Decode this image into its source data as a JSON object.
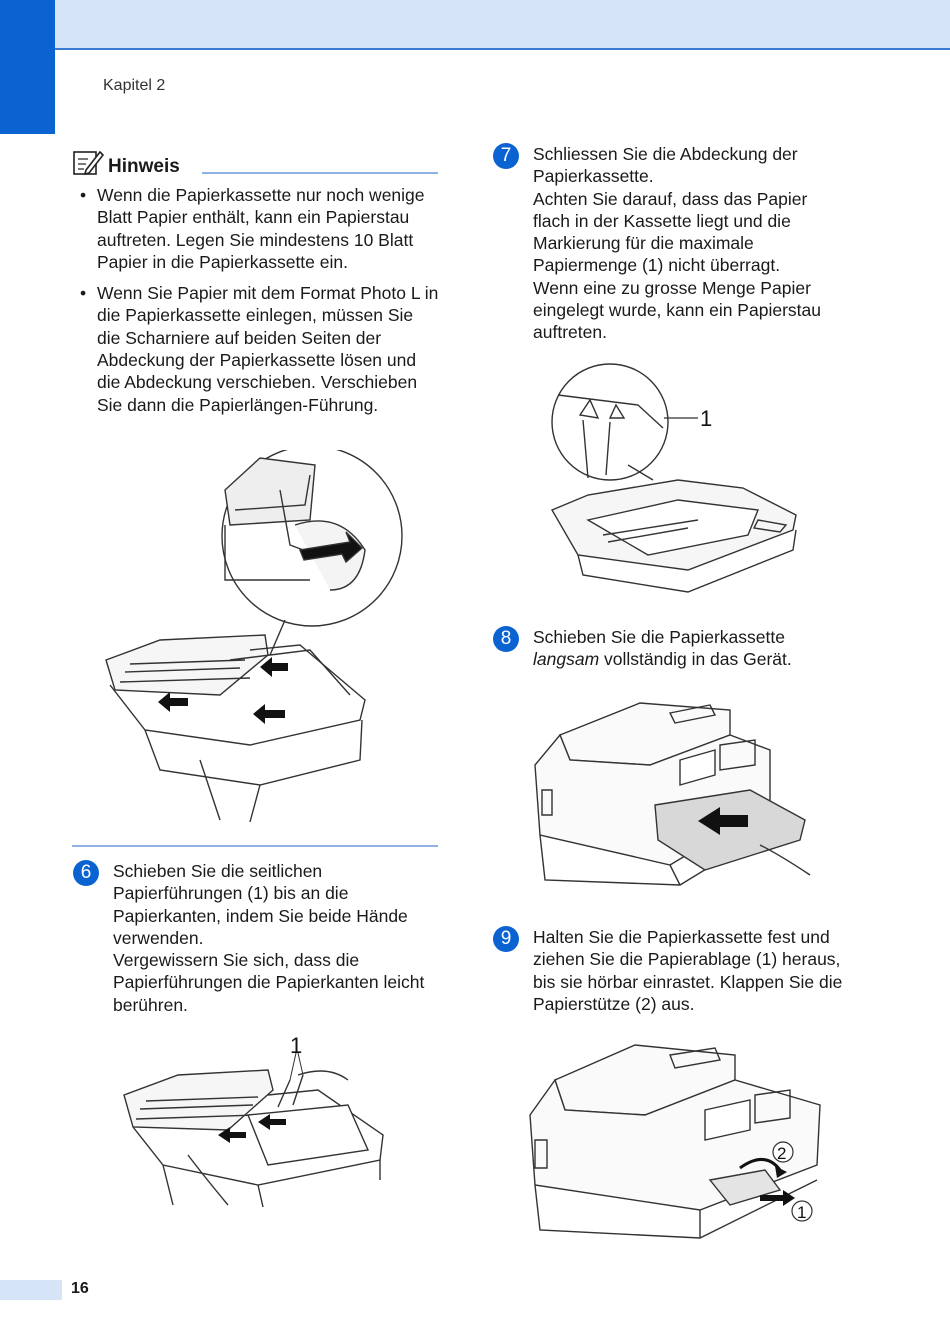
{
  "header": {
    "chapter": "Kapitel 2"
  },
  "note": {
    "title": "Hinweis",
    "bullets": [
      "Wenn die Papierkassette nur noch wenige Blatt Papier enthält, kann ein Papierstau auftreten. Legen Sie mindestens 10 Blatt Papier in die Papierkassette ein.",
      "Wenn Sie Papier mit dem Format Photo L in die Papierkassette einlegen, müssen Sie die Scharniere auf beiden Seiten der Abdeckung der Papierkassette lösen und die Abdeckung verschieben. Verschieben Sie dann die Papierlängen-Führung."
    ]
  },
  "steps": {
    "s6": {
      "number": "6",
      "lines": [
        "Schieben Sie die seitlichen",
        "Papierführungen (1) bis an die",
        "Papierkanten, indem Sie beide Hände",
        "verwenden.",
        "Vergewissern Sie sich, dass die",
        "Papierführungen die Papierkanten leicht",
        "berühren."
      ],
      "callout": "1"
    },
    "s7": {
      "number": "7",
      "lines": [
        "Schliessen Sie die Abdeckung der",
        "Papierkassette.",
        "Achten Sie darauf, dass das Papier",
        "flach in der Kassette liegt und die",
        "Markierung für die maximale",
        "Papiermenge (1) nicht überragt.",
        "Wenn eine zu grosse Menge Papier",
        "eingelegt wurde, kann ein Papierstau",
        "auftreten."
      ],
      "callout": "1"
    },
    "s8": {
      "number": "8",
      "line1": "Schieben Sie die Papierkassette",
      "line2_emph": "langsam",
      "line2_rest": " vollständig in das Gerät."
    },
    "s9": {
      "number": "9",
      "lines": [
        "Halten Sie die Papierkassette fest und",
        "ziehen Sie die Papierablage (1) heraus,",
        "bis sie hörbar einrastet. Klappen Sie die",
        "Papierstütze (2) aus."
      ],
      "callout1": "1",
      "callout2": "2"
    }
  },
  "footer": {
    "page_number": "16"
  },
  "colors": {
    "accent": "#0b63d1",
    "band": "#d6e4f7",
    "rule": "#8fb1e3"
  }
}
